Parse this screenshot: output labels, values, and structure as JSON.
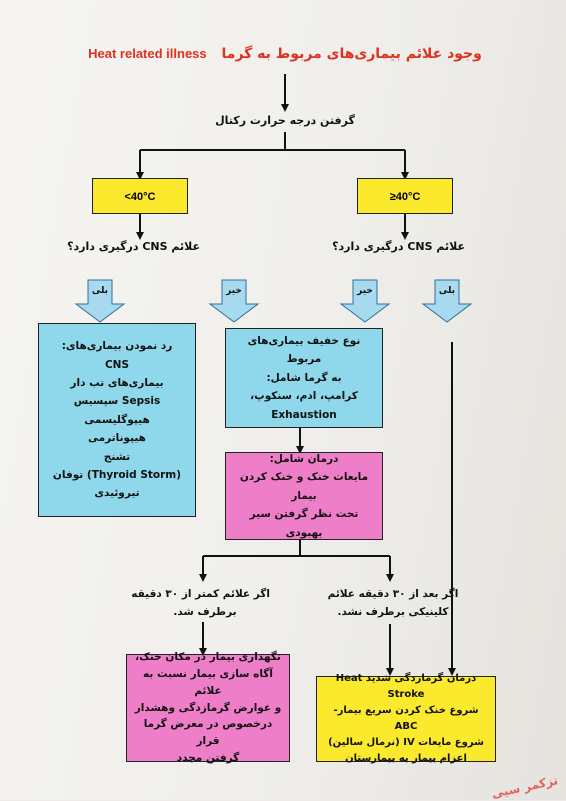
{
  "title": {
    "english": "Heat related illness",
    "persian": "وجود علائم بیماری‌های مربوط به گرما"
  },
  "start_label": "گرفتن درجه حرارت رکتال",
  "temp_left": "<40°C",
  "temp_right": "≥40°C",
  "cns_question": "علائم CNS درگیری دارد؟",
  "answer_yes": "بلی",
  "answer_no": "خیر",
  "rule_out_box": {
    "lines": [
      "رد نمودن بیماری‌های:",
      "CNS",
      "بیماری‌های تب دار",
      "Sepsis سپسیس",
      "هیپوگلیسمی",
      "هیپوناترمی",
      "تشنج",
      "(Thyroid Storm) توفان",
      "تیروئیدی"
    ]
  },
  "mild_box": {
    "lines": [
      "نوع خفیف بیماری‌های مربوط",
      "به گرما شامل:",
      "کرامپ، ادم، سنکوپ،",
      "Exhaustion"
    ]
  },
  "treatment_box": {
    "lines": [
      "درمان شامل:",
      "مایعات خنک و خنک کردن",
      "بیمار",
      "تحت نظر گرفتن سیر بهبودی"
    ]
  },
  "condition_improved": [
    "اگر علائم کمتر از ۳۰ دقیقه",
    "برطرف شد."
  ],
  "condition_not_improved": [
    "اگر بعد از ۳۰ دقیقه علائم",
    "کلینیکی برطرف نشد."
  ],
  "care_box": {
    "lines": [
      "نگهداری بیمار در مکان خنک،",
      "آگاه سازی بیمار نسبت به علائم",
      "و عوارض گرمازدگی وهشدار",
      "درخصوص در معرض گرما قرار",
      "گرفتن مجدد"
    ]
  },
  "heat_stroke_box": {
    "lines": [
      "درمان گرمازدگی شدید Heat Stroke",
      "شروع خنک کردن سریع بیمار-ABC",
      "شروع مایعات IV (نرمال سالین)",
      "اعزام بیمار به بیمارستان"
    ]
  },
  "watermark": "تزکمر سیی",
  "colors": {
    "title": "#e0301e",
    "yellow": "#fbe92d",
    "blue": "#8fd8ec",
    "pink": "#ef7ec9",
    "arrow_blue": "#a7d9ef"
  }
}
